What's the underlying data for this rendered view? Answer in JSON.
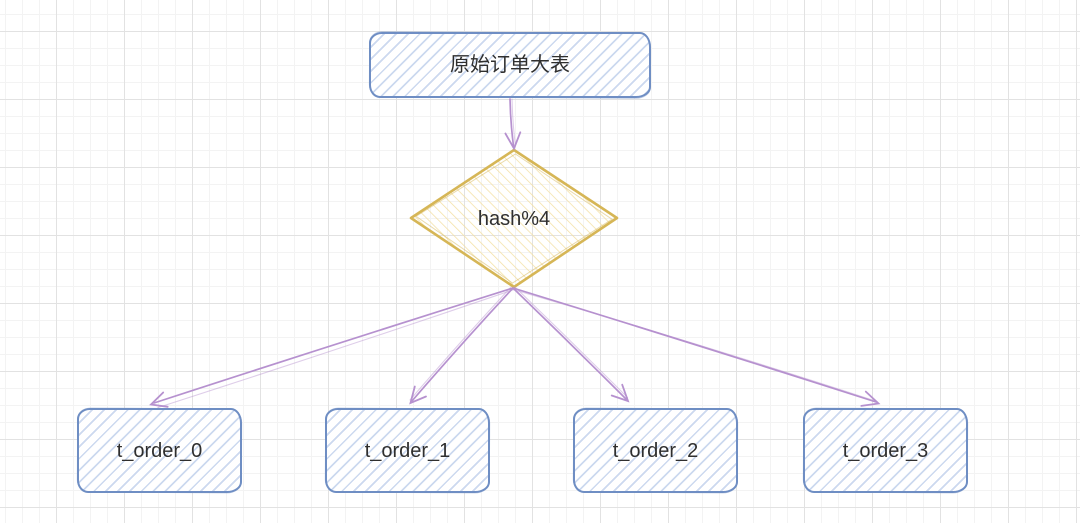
{
  "nodes": {
    "source": {
      "label": "原始订单大表",
      "shape": "rectangle"
    },
    "hash": {
      "label": "hash%4",
      "shape": "diamond"
    },
    "shards": [
      {
        "label": "t_order_0",
        "shape": "rectangle"
      },
      {
        "label": "t_order_1",
        "shape": "rectangle"
      },
      {
        "label": "t_order_2",
        "shape": "rectangle"
      },
      {
        "label": "t_order_3",
        "shape": "rectangle"
      }
    ]
  },
  "edges": [
    {
      "from": "原始订单大表",
      "to": "hash%4"
    },
    {
      "from": "hash%4",
      "to": "t_order_0"
    },
    {
      "from": "hash%4",
      "to": "t_order_1"
    },
    {
      "from": "hash%4",
      "to": "t_order_2"
    },
    {
      "from": "hash%4",
      "to": "t_order_3"
    }
  ],
  "colors": {
    "node_stroke": "#6f8ec4",
    "node_fill_hatch": "#ccd9ef",
    "diamond_stroke": "#d6b656",
    "diamond_fill_hatch": "#f3e0a4",
    "arrow": "#b691cf",
    "text": "#2f2f2f",
    "grid_minor": "#f3f3f3",
    "grid_major": "#e2e2e2",
    "background": "#ffffff"
  }
}
